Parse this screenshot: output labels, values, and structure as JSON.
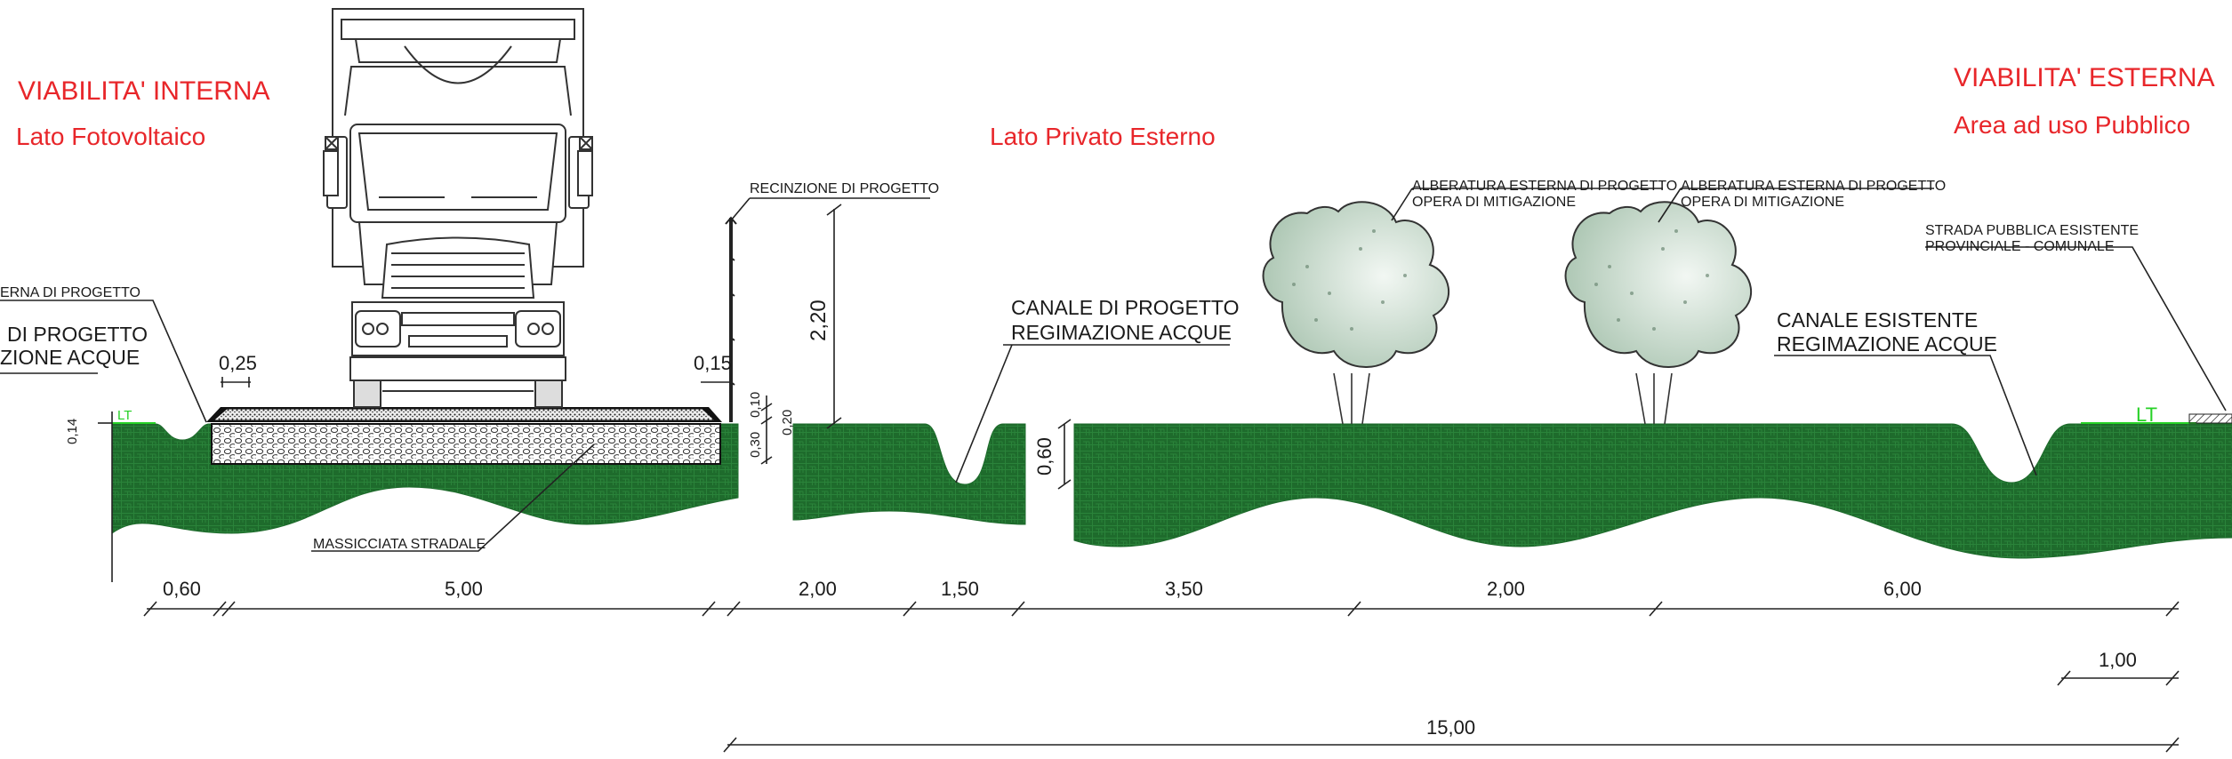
{
  "titles": {
    "left_title": "VIABILITA' INTERNA",
    "left_subtitle": "Lato Fotovoltaico",
    "center_title": "Lato Privato Esterno",
    "right_title": "VIABILITA' ESTERNA",
    "right_subtitle": "Area ad uso Pubblico"
  },
  "labels": {
    "fence": "RECINZIONE DI PROGETTO",
    "trees_line1": "ALBERATURA ESTERNA DI PROGETTO",
    "trees_line2": "OPERA DI MITIGAZIONE",
    "public_road_line1": "STRADA PUBBLICA ESISTENTE",
    "public_road_line2": "PROVINCIALE - COMUNALE",
    "left_cut_line1": "ERNA DI PROGETTO",
    "left_canal_line1": "DI PROGETTO",
    "left_canal_line2": "ZIONE ACQUE",
    "canal_project_line1": "CANALE DI PROGETTO",
    "canal_project_line2": "REGIMAZIONE ACQUE",
    "canal_existing_line1": "CANALE ESISTENTE",
    "canal_existing_line2": "REGIMAZIONE ACQUE",
    "road_bed": "MASSICCIATA STRADALE",
    "lt": "LT"
  },
  "dimensions": {
    "left_depth": "0,14",
    "road_edge": "0,25",
    "fence_offset": "0,15",
    "fence_height": "2,20",
    "layer_top": "0,10",
    "layer_mid": "0,20",
    "layer_base": "0,30",
    "canal_depth": "0,60",
    "bottom_widths": [
      "0,60",
      "5,00",
      "2,00",
      "1,50",
      "3,50",
      "2,00",
      "6,00"
    ],
    "scale_ref": "1,00",
    "total": "15,00"
  },
  "colors": {
    "terrain": "#1e6b2c",
    "title_red": "#e8262a",
    "lt_green": "#26d126",
    "tree_fill": "#cfe0d4"
  },
  "icons": [
    "truck-front-icon",
    "tree-icon",
    "fence-post-icon"
  ]
}
